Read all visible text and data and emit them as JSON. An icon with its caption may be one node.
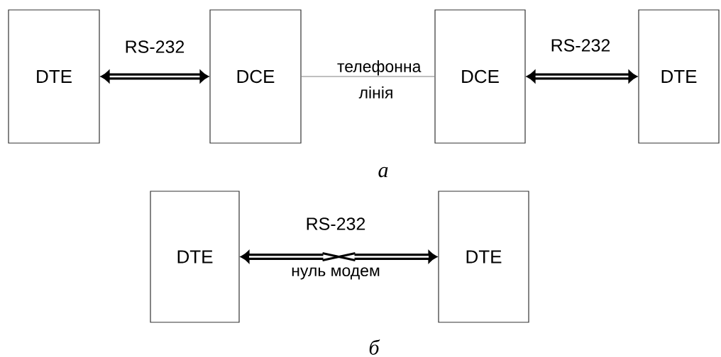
{
  "diagram": {
    "nodes": [
      {
        "text": [
          "DTE"
        ]
      },
      {
        "text": [
          "DCE"
        ]
      },
      {
        "text": [
          "DCE"
        ]
      },
      {
        "text": [
          "DTE"
        ]
      },
      {
        "text": [
          "DTE"
        ]
      },
      {
        "text": [
          "DTE"
        ]
      }
    ],
    "edges": [
      {
        "from": 0,
        "to": 1,
        "arrow": "both",
        "label": "RS-232"
      },
      {
        "from": 1,
        "to": 2,
        "arrow": "none",
        "label": "телефонна лінія",
        "color": "#808080"
      },
      {
        "from": 2,
        "to": 3,
        "arrow": "both",
        "label": "RS-232"
      },
      {
        "from": 4,
        "to": 5,
        "arrow": "both",
        "label": "RS-232"
      }
    ],
    "labels": [
      "а",
      "нуль модем",
      "б"
    ]
  }
}
